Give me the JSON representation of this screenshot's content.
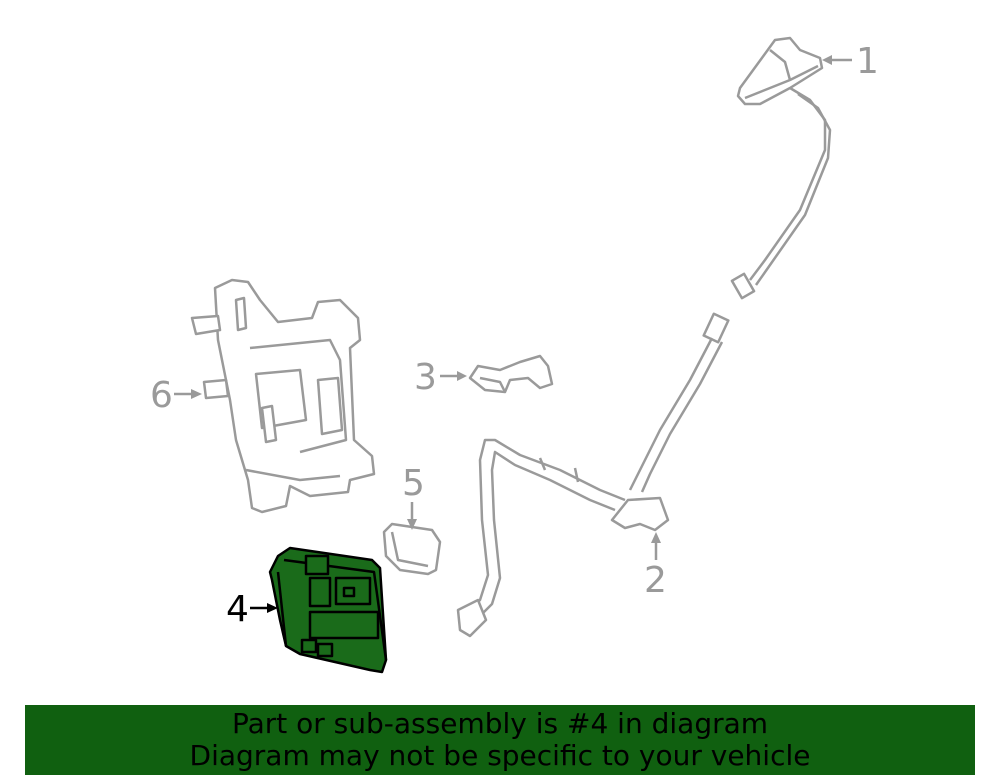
{
  "callouts": {
    "c1": "1",
    "c2": "2",
    "c3": "3",
    "c4": "4",
    "c5": "5",
    "c6": "6"
  },
  "banner": {
    "line1": "Part or sub-assembly is #4 in diagram",
    "line2": "Diagram may not be specific to your vehicle"
  },
  "colors": {
    "highlight_fill": "#1a6b1a",
    "banner_bg": "#106010",
    "part_stroke": "#9a9a9a",
    "highlight_stroke": "#000000"
  }
}
